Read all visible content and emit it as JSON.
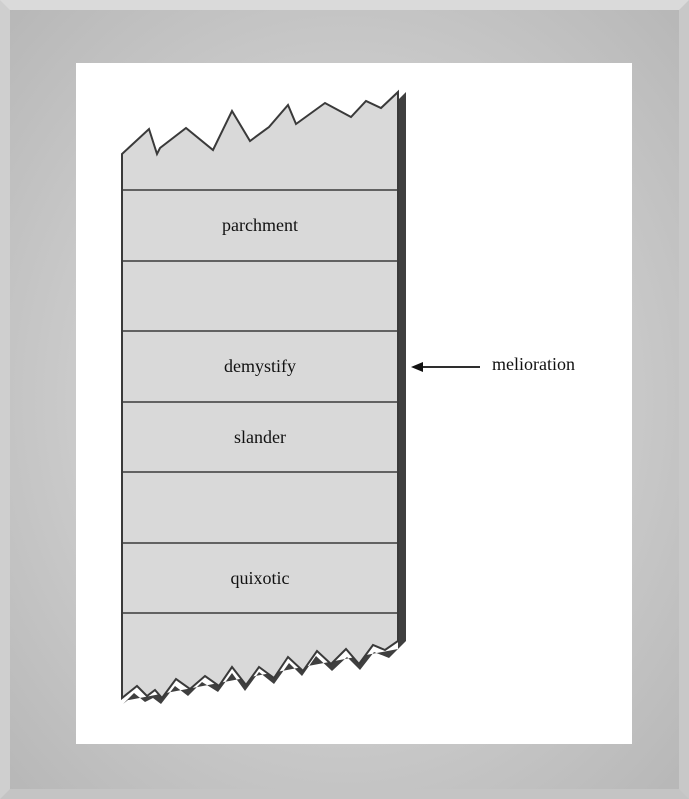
{
  "cells": [
    {
      "label": ""
    },
    {
      "label": "parchment"
    },
    {
      "label": ""
    },
    {
      "label": "demystify"
    },
    {
      "label": "slander"
    },
    {
      "label": ""
    },
    {
      "label": "quixotic"
    },
    {
      "label": ""
    }
  ],
  "pointer": {
    "label": "melioration",
    "target_cell": 3
  },
  "colors": {
    "cell_fill": "#d9d9d9",
    "outline": "#3a3a3a",
    "shadow": "#3f3f3f",
    "paper": "#ffffff",
    "background": "#bdbdbd"
  }
}
